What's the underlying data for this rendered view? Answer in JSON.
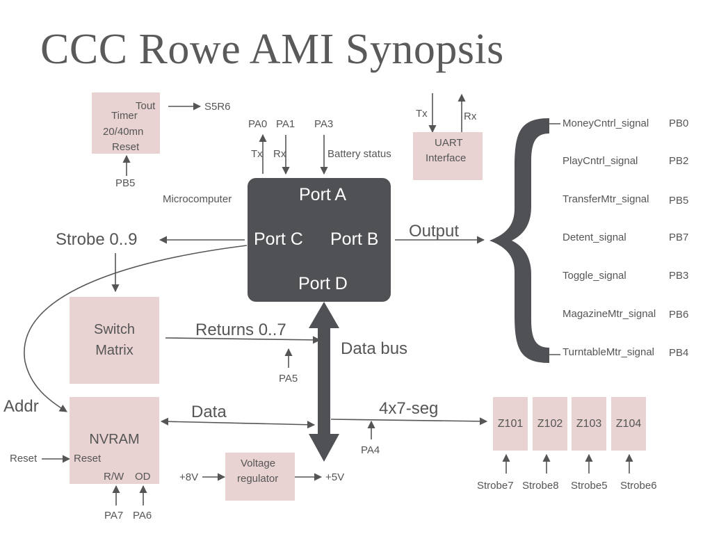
{
  "title": "CCC Rowe AMI Synopsis",
  "microcomputer": {
    "label": "Microcomputer",
    "port_a": "Port A",
    "port_b": "Port B",
    "port_c": "Port C",
    "port_d": "Port D"
  },
  "timer": {
    "label_line1": "Timer",
    "label_line2": "20/40mn",
    "tout": "Tout",
    "reset": "Reset",
    "tout_target": "S5R6",
    "reset_source": "PB5"
  },
  "port_a_pins": [
    {
      "pin": "PA0",
      "signal": "Tx"
    },
    {
      "pin": "PA1",
      "signal": "Rx"
    },
    {
      "pin": "PA3",
      "signal": "Battery status"
    }
  ],
  "uart": {
    "label_line1": "UART",
    "label_line2": "Interface",
    "tx": "Tx",
    "rx": "Rx"
  },
  "output_label": "Output",
  "output_signals": [
    {
      "name": "MoneyCntrl_signal",
      "pin": "PB0"
    },
    {
      "name": "PlayCntrl_signal",
      "pin": "PB2"
    },
    {
      "name": "TransferMtr_signal",
      "pin": "PB5"
    },
    {
      "name": "Detent_signal",
      "pin": "PB7"
    },
    {
      "name": "Toggle_signal",
      "pin": "PB3"
    },
    {
      "name": "MagazineMtr_signal",
      "pin": "PB6"
    },
    {
      "name": "TurntableMtr_signal",
      "pin": "PB4"
    }
  ],
  "strobe_label": "Strobe 0..9",
  "switch_matrix": {
    "line1": "Switch",
    "line2": "Matrix"
  },
  "returns_label": "Returns 0..7",
  "returns_pin": "PA5",
  "data_bus_label": "Data bus",
  "addr_label": "Addr",
  "nvram": {
    "label": "NVRAM",
    "reset": "Reset",
    "rw": "R/W",
    "od": "OD",
    "external_reset": "Reset",
    "rw_pin": "PA7",
    "od_pin": "PA6"
  },
  "data_label": "Data",
  "voltage_regulator": {
    "line1": "Voltage",
    "line2": "regulator",
    "input": "+8V",
    "output": "+5V"
  },
  "display_label": "4x7-seg",
  "display_pin": "PA4",
  "displays": [
    {
      "name": "Z101",
      "strobe": "Strobe7"
    },
    {
      "name": "Z102",
      "strobe": "Strobe8"
    },
    {
      "name": "Z103",
      "strobe": "Strobe5"
    },
    {
      "name": "Z104",
      "strobe": "Strobe6"
    }
  ]
}
